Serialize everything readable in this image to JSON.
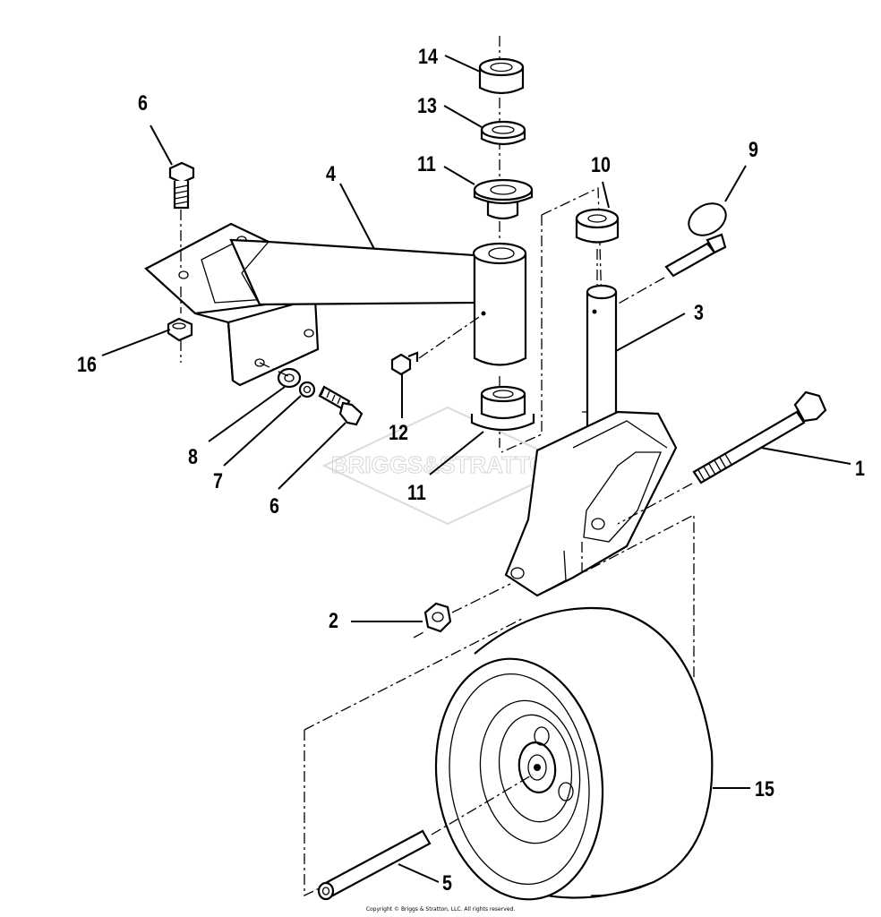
{
  "callouts": {
    "c1": "1",
    "c2": "2",
    "c3": "3",
    "c4": "4",
    "c5": "5",
    "c6_top": "6",
    "c6_bottom": "6",
    "c7": "7",
    "c8": "8",
    "c9": "9",
    "c10": "10",
    "c11_top": "11",
    "c11_bottom": "11",
    "c12": "12",
    "c13": "13",
    "c14": "14",
    "c15": "15",
    "c16": "16"
  },
  "watermark": "BRIGGS&STRATTON",
  "copyright": "Copyright © Briggs & Stratton, LLC. All rights reserved."
}
